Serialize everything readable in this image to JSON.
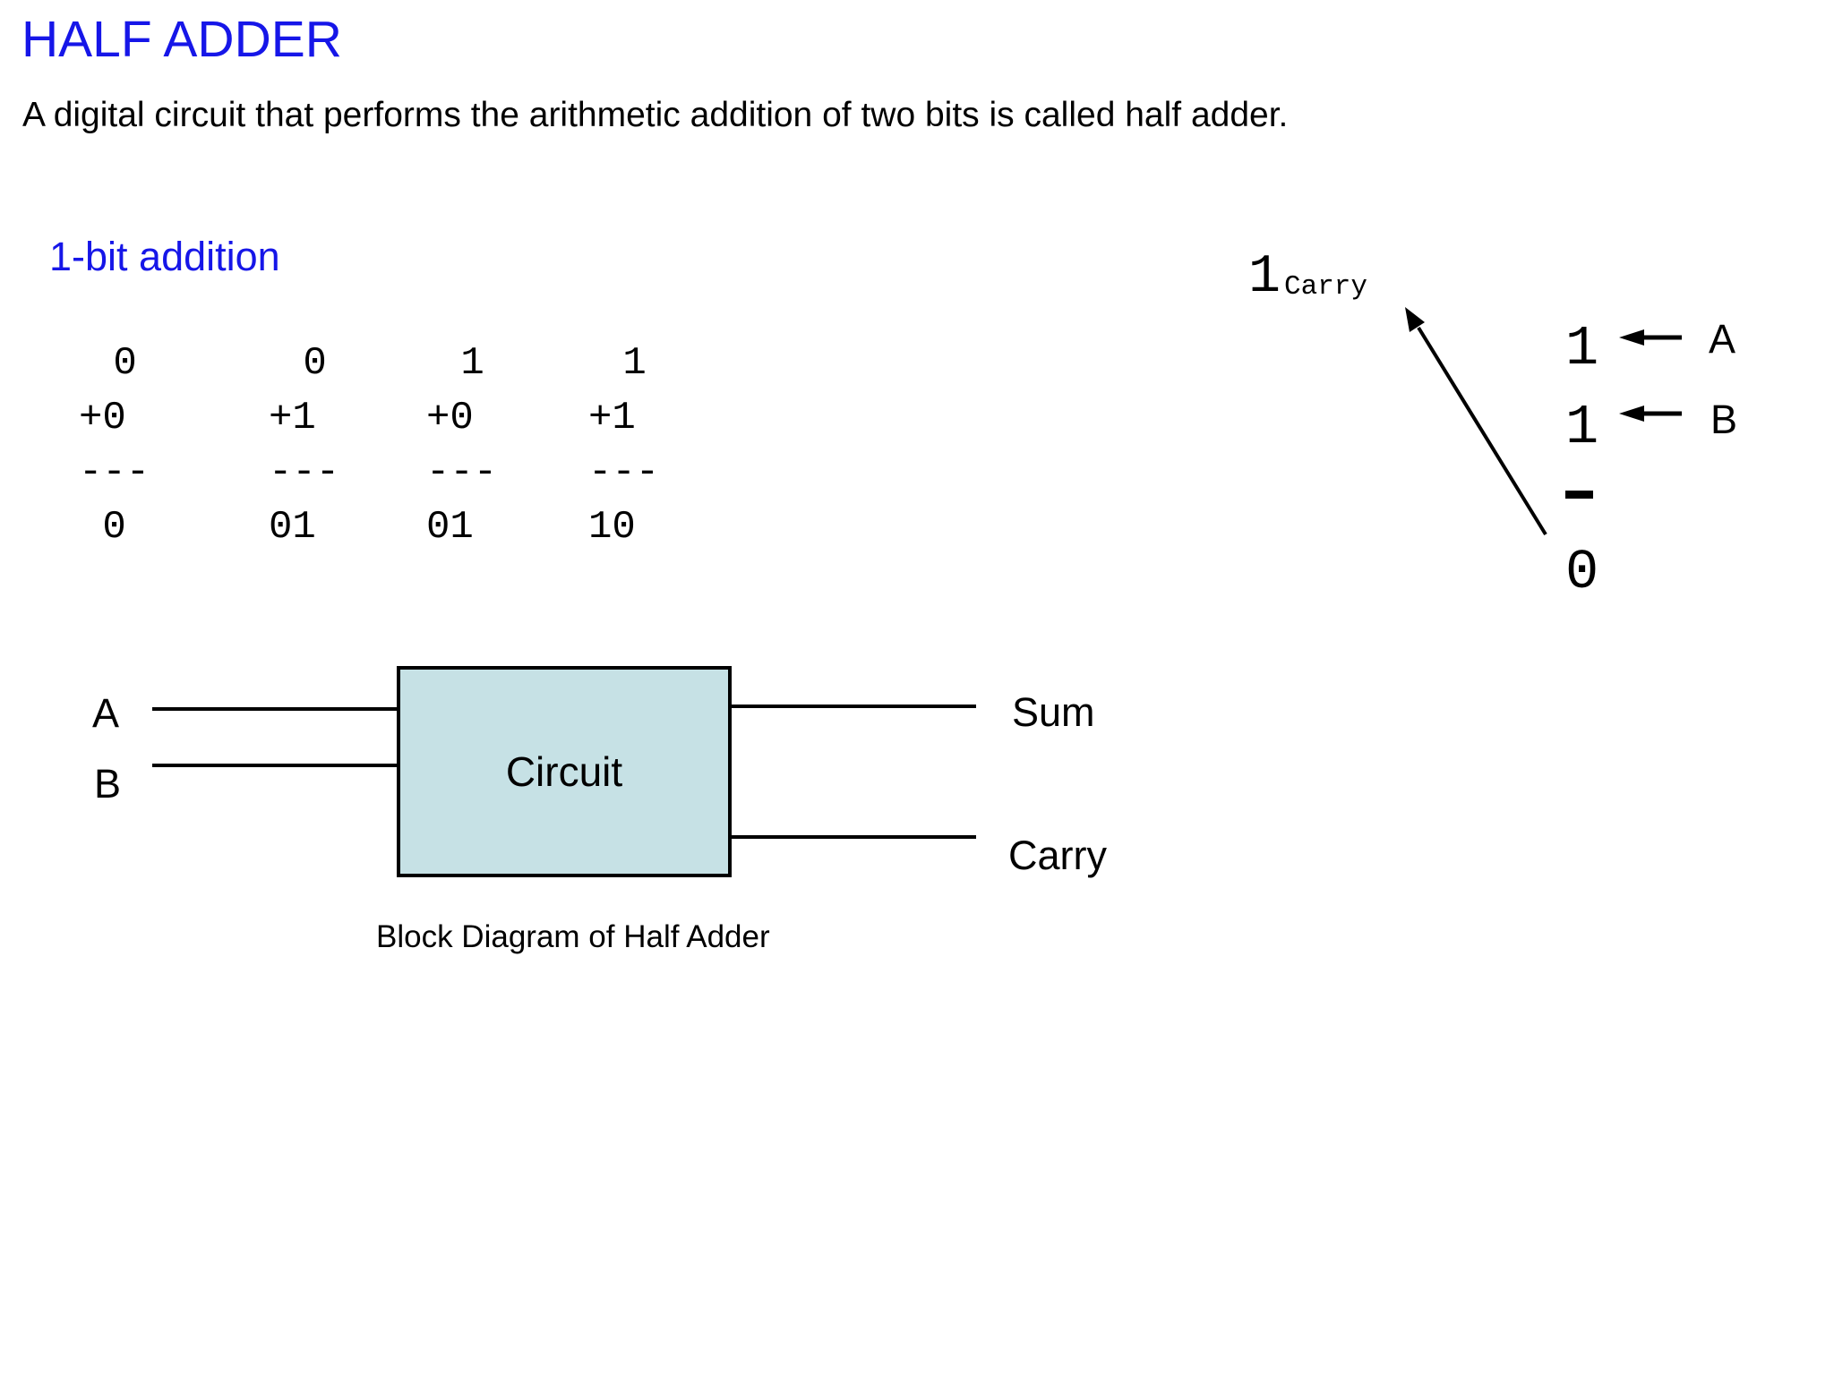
{
  "slide": {
    "title": "HALF ADDER",
    "description": "A digital circuit that performs the arithmetic addition of two bits is called half adder.",
    "section_heading": "1-bit addition"
  },
  "addition": {
    "columns": [
      {
        "rows": [
          " 0",
          "+0",
          "---",
          " 0"
        ]
      },
      {
        "rows": [
          " 0",
          "+1",
          "---",
          "01"
        ]
      },
      {
        "rows": [
          " 1",
          "+0",
          "---",
          "01"
        ]
      },
      {
        "rows": [
          " 1",
          "+1",
          "---",
          "10"
        ]
      }
    ]
  },
  "carry_demo": {
    "carry_digit": "1",
    "carry_label": "Carry",
    "bit_a": "1",
    "bit_b": "1",
    "sum_bit": "0",
    "label_a": "A",
    "label_b": "B"
  },
  "block_diagram": {
    "label_a": "A",
    "label_b": "B",
    "box_label": "Circuit",
    "output_sum": "Sum",
    "output_carry": "Carry",
    "caption": "Block Diagram of Half Adder"
  },
  "colors": {
    "heading_blue": "#1616e8",
    "box_fill": "#c6e1e5",
    "ink": "#000000",
    "background": "#ffffff"
  }
}
